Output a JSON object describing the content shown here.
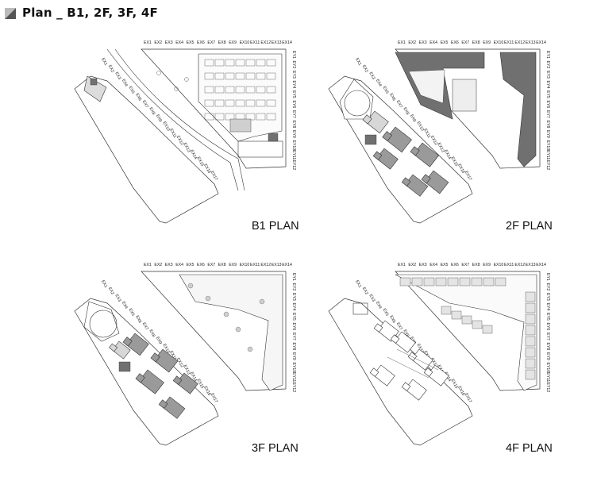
{
  "page_title": "Plan _ B1, 2F, 3F, 4F",
  "grid_labels": {
    "top": [
      "EX1",
      "EX2",
      "EX3",
      "EX4",
      "EX5",
      "EX6",
      "EX7",
      "EX8",
      "EX9",
      "EX10",
      "EX11",
      "EX12",
      "EX13",
      "EX14"
    ],
    "right": [
      "EY1",
      "EY2",
      "EY3",
      "EY4",
      "EY5",
      "EY6",
      "EY7",
      "EY8",
      "EY9",
      "EY10",
      "EY11",
      "EY12"
    ],
    "diagonal": [
      "EX1",
      "EX2",
      "EX3",
      "EX4",
      "EX5",
      "EX6",
      "EX7",
      "EX8",
      "EX9",
      "EX10",
      "EX11",
      "EX12",
      "EX13",
      "EX14",
      "EX15",
      "EX16",
      "EX17"
    ]
  },
  "plans": [
    {
      "id": "b1",
      "caption": "B1 PLAN"
    },
    {
      "id": "2f",
      "caption": "2F PLAN"
    },
    {
      "id": "3f",
      "caption": "3F PLAN"
    },
    {
      "id": "4f",
      "caption": "4F PLAN"
    }
  ],
  "colors": {
    "background": "#ffffff",
    "line": "#333333",
    "dark_fill": "#707070",
    "mid_fill": "#9a9a9a",
    "light_fill": "#d7d7d7"
  }
}
